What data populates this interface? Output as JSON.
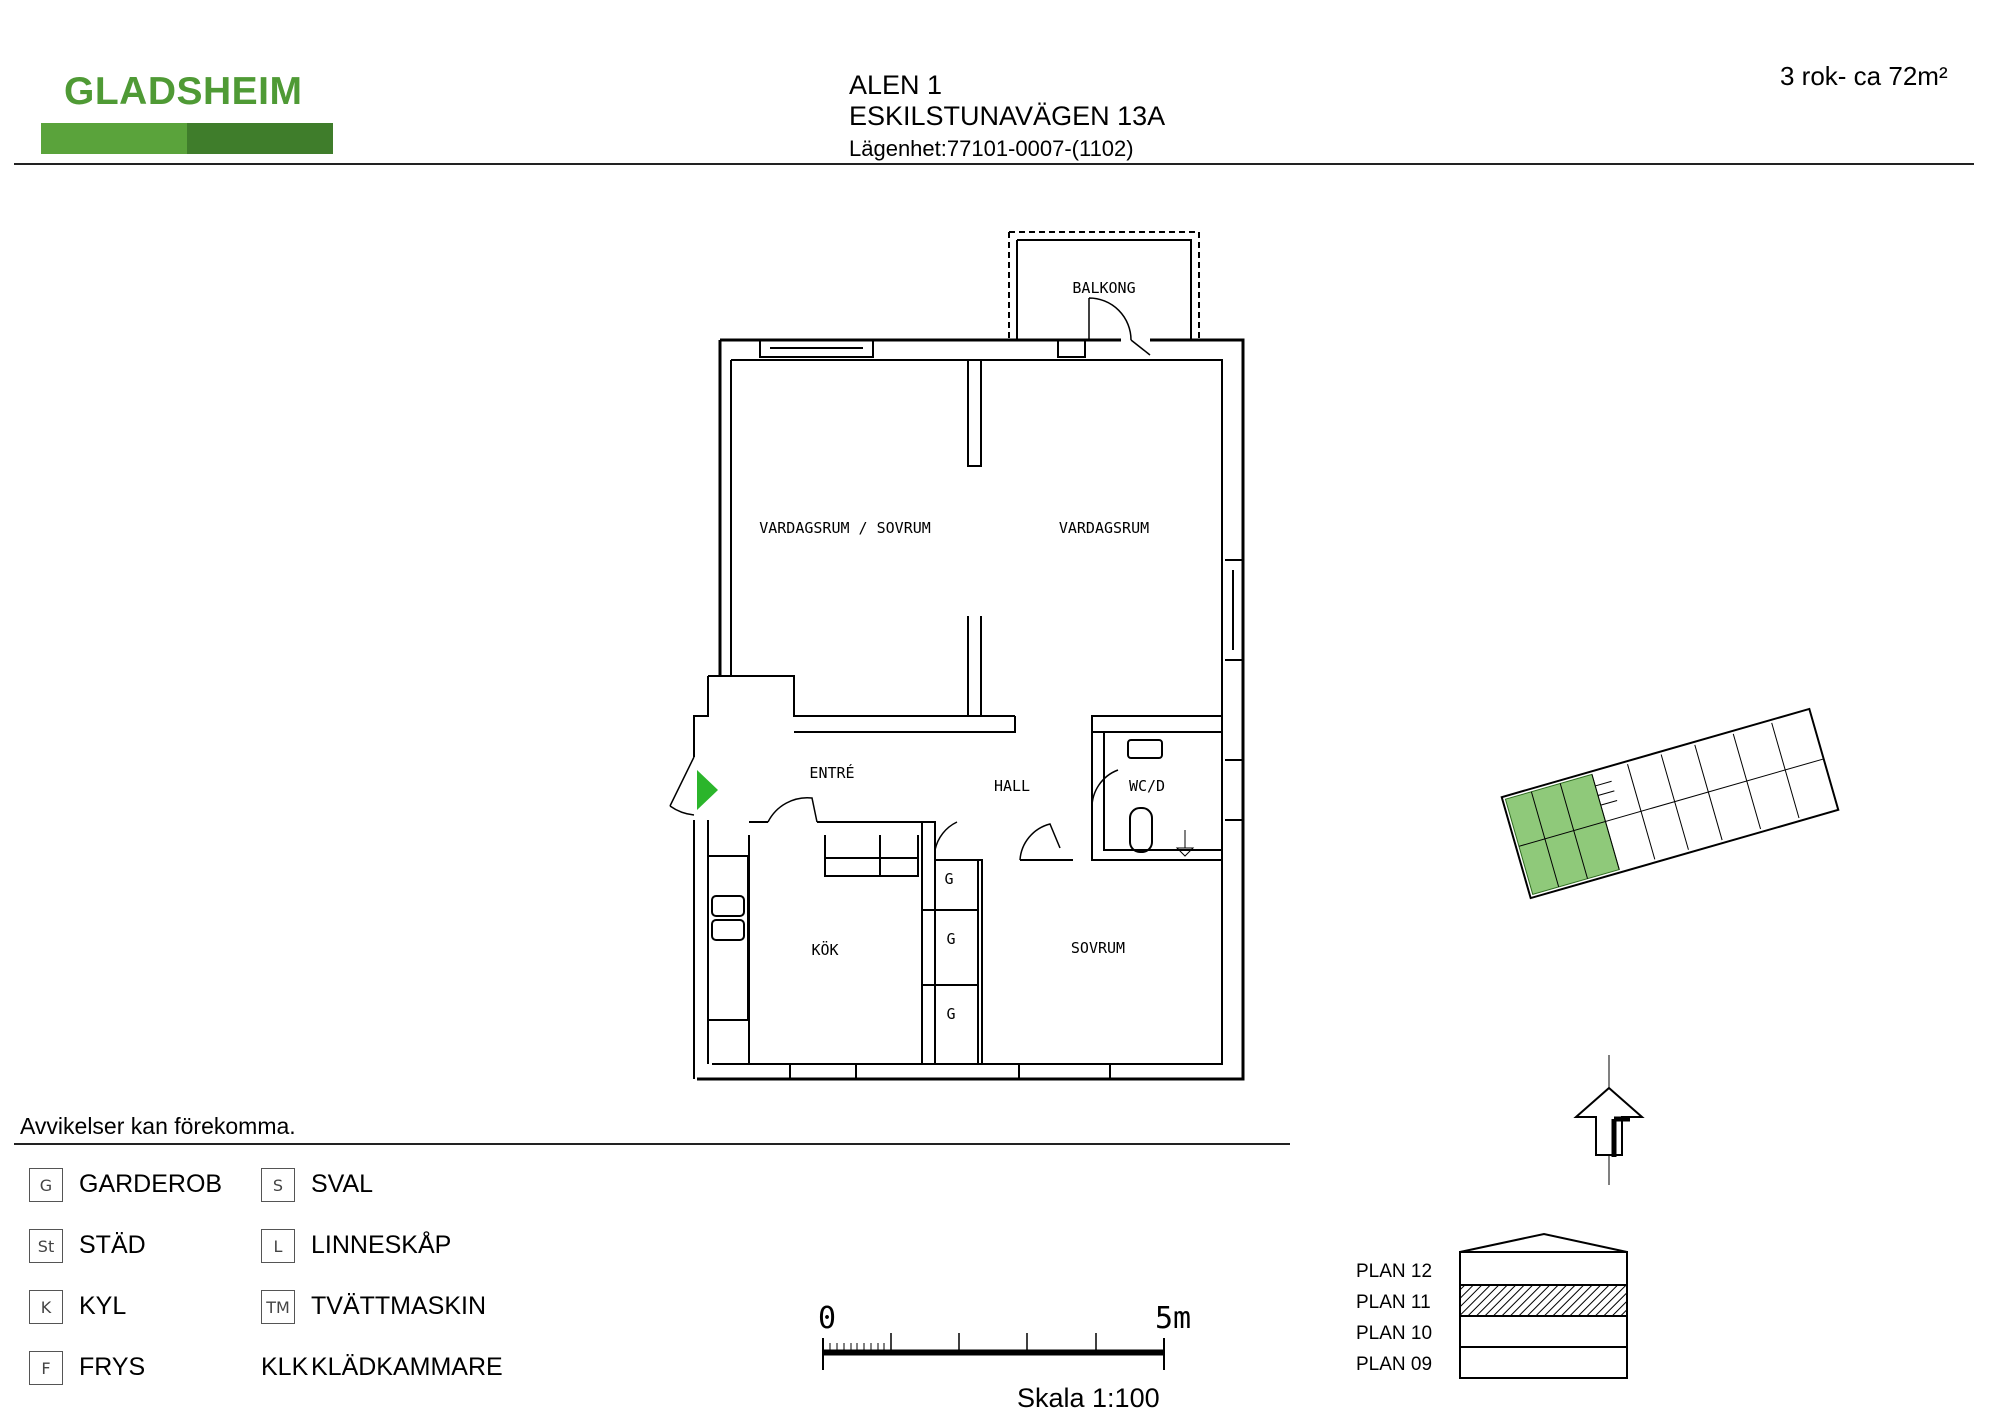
{
  "header": {
    "brand": "GLADSHEIM",
    "project": "ALEN 1",
    "address": "ESKILSTUNAVÄGEN 13A",
    "apartment": "Lägenhet:77101-0007-(1102)",
    "size": "3 rok- ca 72m²"
  },
  "rooms": {
    "balcony": "BALKONG",
    "living_bedroom": "VARDAGSRUM / SOVRUM",
    "living": "VARDAGSRUM",
    "entry": "ENTRÉ",
    "hall": "HALL",
    "wc": "WC/D",
    "kitchen": "KÖK",
    "bedroom": "SOVRUM",
    "wardrobe": "G"
  },
  "note": "Avvikelser kan förekomma.",
  "legend": [
    {
      "code": "G",
      "label": "GARDEROB"
    },
    {
      "code": "St",
      "label": "STÄD"
    },
    {
      "code": "K",
      "label": "KYL"
    },
    {
      "code": "F",
      "label": "FRYS"
    },
    {
      "code": "S",
      "label": "SVAL"
    },
    {
      "code": "L",
      "label": "LINNESKÅP"
    },
    {
      "code": "TM",
      "label": "TVÄTTMASKIN"
    },
    {
      "code": "KLK",
      "label": "KLÄDKAMMARE"
    }
  ],
  "scale": {
    "start": "0",
    "end": "5m",
    "label": "Skala 1:100"
  },
  "floors": {
    "items": [
      "PLAN 12",
      "PLAN 11",
      "PLAN 10",
      "PLAN 09"
    ],
    "current": "PLAN 11"
  },
  "colors": {
    "brand_green": "#4f9a35",
    "highlight_green": "#2bb52b"
  }
}
